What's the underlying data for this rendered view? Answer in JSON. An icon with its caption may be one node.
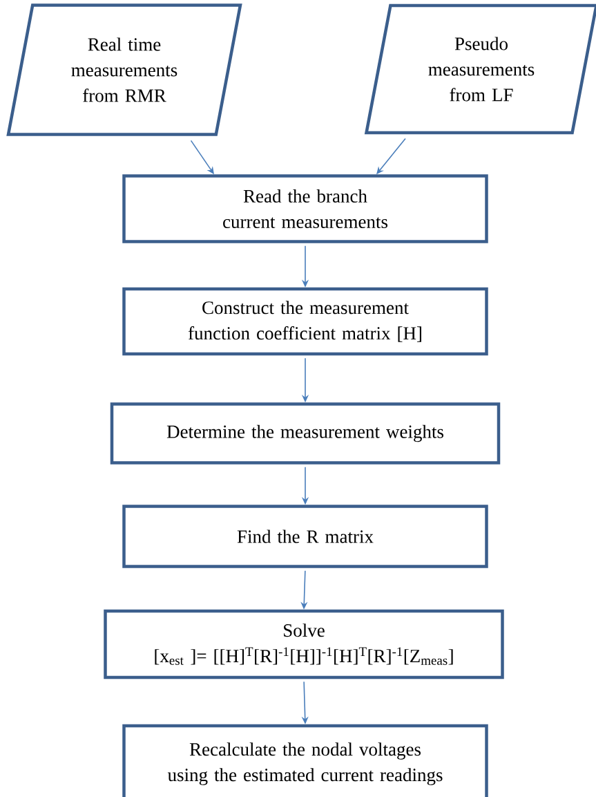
{
  "diagram": {
    "nodes": [
      {
        "text": [
          "Real time measurements from RMR"
        ]
      },
      {
        "text": [
          "Pseudo measurements from LF"
        ]
      },
      {
        "text": [
          "Read the branch current measurements"
        ]
      },
      {
        "text": [
          "Construct the measurement function coefficient matrix [H]"
        ]
      },
      {
        "text": [
          "Determine the measurement weights"
        ]
      },
      {
        "text": [
          "Find the R matrix"
        ]
      },
      {
        "text": [
          "Solve",
          "[x$_{est}$ ]= [[H]$^{T}$[R]$^{-1}$[H]]$^{-1}$[H]$^{T}$[R]$^{-1}$[Z$_{meas}$]"
        ]
      },
      {
        "text": [
          "Recalculate the nodal voltages using the estimated current readings"
        ]
      }
    ],
    "edges": [
      {
        "from": 0,
        "to": 2,
        "arrow": "to"
      },
      {
        "from": 1,
        "to": 2,
        "arrow": "to"
      },
      {
        "from": 2,
        "to": 3,
        "arrow": "to"
      },
      {
        "from": 3,
        "to": 4,
        "arrow": "to"
      },
      {
        "from": 4,
        "to": 5,
        "arrow": "to"
      },
      {
        "from": 5,
        "to": 6,
        "arrow": "to"
      },
      {
        "from": 6,
        "to": 7,
        "arrow": "to"
      }
    ]
  }
}
